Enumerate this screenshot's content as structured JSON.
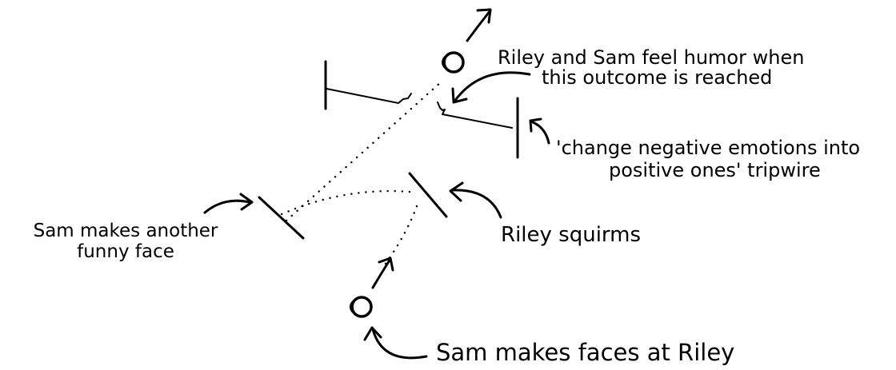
{
  "labels": {
    "outcome_humor_line1": "Riley and Sam feel humor when",
    "outcome_humor_line2": "this outcome is reached",
    "tripwire_line1": "'change negative emotions into",
    "tripwire_line2": "positive ones' tripwire",
    "another_face_line1": "Sam makes another",
    "another_face_line2": "funny face",
    "riley_squirms": "Riley squirms",
    "faces_at_riley": "Sam makes faces at Riley"
  },
  "icons": {
    "start_node": "half-filled-circle-icon",
    "outcome_node": "half-filled-circle-icon"
  },
  "colors": {
    "ink": "#000000",
    "background": "#ffffff"
  }
}
